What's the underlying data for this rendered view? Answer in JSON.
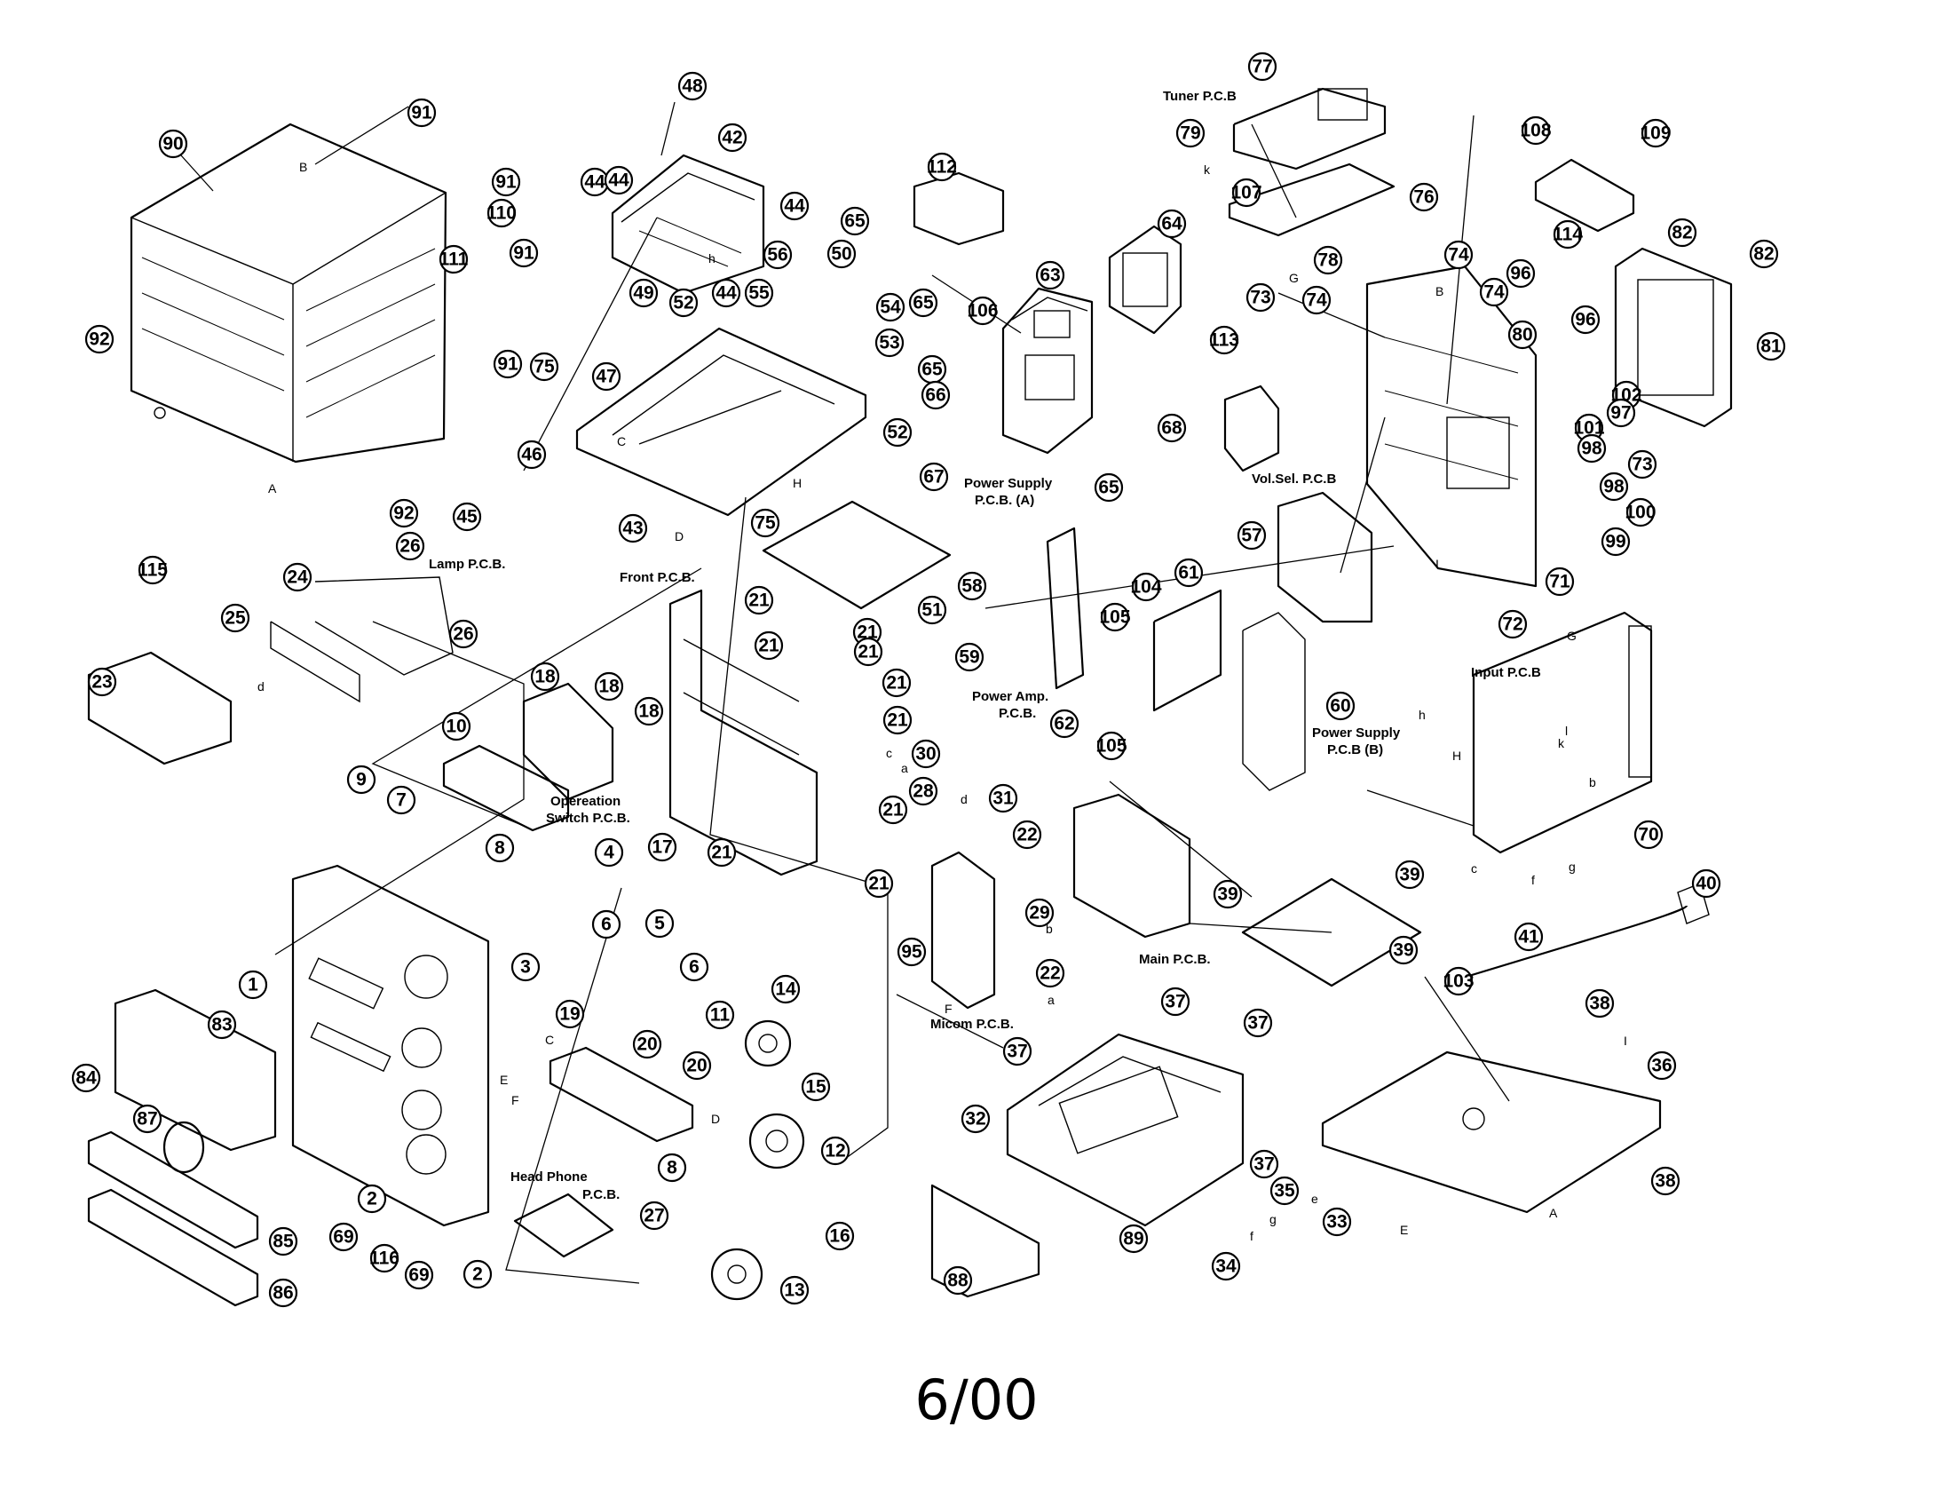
{
  "footer": "6/00",
  "board_labels": {
    "tuner_pcb": "Tuner P.C.B",
    "lamp_pcb": "Lamp P.C.B.",
    "front_pcb": "Front P.C.B.",
    "power_supply_a_1": "Power Supply",
    "power_supply_a_2": "P.C.B. (A)",
    "vol_sel_pcb": "Vol.Sel. P.C.B",
    "power_amp_1": "Power Amp.",
    "power_amp_2": "P.C.B.",
    "power_supply_b_1": "Power Supply",
    "power_supply_b_2": "P.C.B (B)",
    "input_pcb": "Input P.C.B",
    "operation_switch_1": "Opereation",
    "operation_switch_2": "Switch P.C.B.",
    "main_pcb": "Main P.C.B.",
    "micom_pcb": "Micom P.C.B.",
    "head_phone_1": "Head Phone",
    "head_phone_2": "P.C.B."
  },
  "connector_letters": {
    "a_left": "A",
    "b_top": "B",
    "c_bracket": "C",
    "d_bracket": "D",
    "h_bracket": "H",
    "h_mech": "h",
    "k_tuner": "k",
    "g_tuner": "G",
    "b_rear": "B",
    "i_rear": "I",
    "g_input": "G",
    "h_input": "H",
    "h_small": "h",
    "k_input": "k",
    "l_input": "l",
    "b_input": "b",
    "c_input": "c",
    "f_input": "f",
    "g_small": "g",
    "c_front": "C",
    "d_front": "D",
    "e_front": "E",
    "f_front": "F",
    "d_lamp": "d",
    "c_op": "c",
    "a_op": "a",
    "d_micom": "d",
    "b_micom": "b",
    "a_micom": "a",
    "f_micom": "F",
    "i_chassis": "I",
    "a_chassis": "A",
    "e_chassis": "E",
    "g_deck": "g",
    "f_deck": "f",
    "e_deck": "e"
  },
  "callouts": {
    "c91a": "91",
    "c90": "90",
    "c91b": "91",
    "c110": "110",
    "c111": "111",
    "c91c": "91",
    "c92a": "92",
    "c91d": "91",
    "c92b": "92",
    "c115": "115",
    "c48": "48",
    "c42": "42",
    "c44a": "44",
    "c44b": "44",
    "c44c": "44",
    "c44d": "44",
    "c56": "56",
    "c50": "50",
    "c55": "55",
    "c49": "49",
    "c52a": "52",
    "c47": "47",
    "c75a": "75",
    "c46": "46",
    "c45": "45",
    "c43": "43",
    "c75b": "75",
    "c112": "112",
    "c65a": "65",
    "c65b": "65",
    "c54": "54",
    "c53": "53",
    "c106": "106",
    "c65c": "65",
    "c63": "63",
    "c66": "66",
    "c52b": "52",
    "c67": "67",
    "c65d": "65",
    "c68": "68",
    "c64": "64",
    "c51": "51",
    "c77": "77",
    "c79": "79",
    "c107": "107",
    "c76": "76",
    "c78": "78",
    "c73a": "73",
    "c74a": "74",
    "c113": "113",
    "c74b": "74",
    "c74c": "74",
    "c108": "108",
    "c109": "109",
    "c82a": "82",
    "c82b": "82",
    "c114": "114",
    "c96a": "96",
    "c80": "80",
    "c96b": "96",
    "c81": "81",
    "c102": "102",
    "c97": "97",
    "c101": "101",
    "c98a": "98",
    "c73b": "73",
    "c98b": "98",
    "c100": "100",
    "c99": "99",
    "c71": "71",
    "c72": "72",
    "c57": "57",
    "c26a": "26",
    "c24": "24",
    "c25": "25",
    "c26b": "26",
    "c23": "23",
    "c21a": "21",
    "c21b": "21",
    "c21c": "21",
    "c21d": "21",
    "c21e": "21",
    "c21f": "21",
    "c21g": "21",
    "c21h": "21",
    "c30": "30",
    "c28": "28",
    "c18a": "18",
    "c18b": "18",
    "c18c": "18",
    "c10": "10",
    "c9": "9",
    "c7": "7",
    "c17": "17",
    "c8a": "8",
    "c58": "58",
    "c59": "59",
    "c104": "104",
    "c61": "61",
    "c105a": "105",
    "c62": "62",
    "c105b": "105",
    "c60": "60",
    "c70": "70",
    "c40": "40",
    "c41": "41",
    "c103": "103",
    "c38a": "38",
    "c36": "36",
    "c38b": "38",
    "c4": "4",
    "c5": "5",
    "c6a": "6",
    "c3": "3",
    "c6b": "6",
    "c31": "31",
    "c22a": "22",
    "c95": "95",
    "c29": "29",
    "c22b": "22",
    "c39a": "39",
    "c39b": "39",
    "c39c": "39",
    "c1": "1",
    "c83": "83",
    "c84": "84",
    "c87": "87",
    "c85": "85",
    "c86": "86",
    "c2a": "2",
    "c69a": "69",
    "c116": "116",
    "c69b": "69",
    "c2b": "2",
    "c19": "19",
    "c20a": "20",
    "c20b": "20",
    "c8b": "8",
    "c27": "27",
    "c11": "11",
    "c14": "14",
    "c15": "15",
    "c12": "12",
    "c16": "16",
    "c13": "13",
    "c37a": "37",
    "c37b": "37",
    "c37c": "37",
    "c37d": "37",
    "c32": "32",
    "c35": "35",
    "c33": "33",
    "c34": "34",
    "c89": "89",
    "c88": "88"
  }
}
